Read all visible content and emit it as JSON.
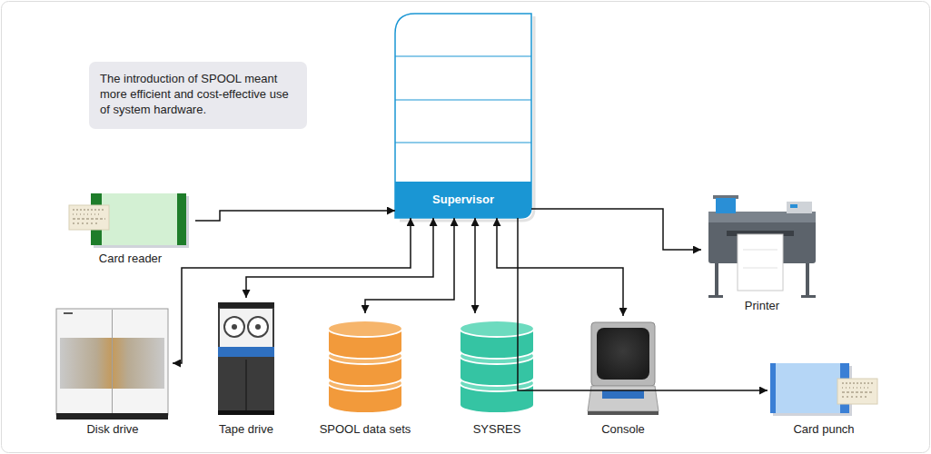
{
  "diagram": {
    "nodes": [
      {
        "text": [
          "The introduction of SPOOL meant more efficient and cost-effective use of system hardware."
        ]
      },
      {
        "text": [
          "Supervisor"
        ]
      },
      {
        "text": [
          "Card reader"
        ]
      },
      {
        "text": [
          "Printer"
        ]
      },
      {
        "text": [
          "Disk drive"
        ]
      },
      {
        "text": [
          "Tape drive"
        ]
      },
      {
        "text": [
          "SPOOL data sets"
        ]
      },
      {
        "text": [
          "SYSRES"
        ]
      },
      {
        "text": [
          "Console"
        ]
      },
      {
        "text": [
          "Card punch"
        ]
      }
    ],
    "edges": [
      {
        "from": 2,
        "to": 1,
        "arrow": "to"
      },
      {
        "from": 1,
        "to": 3,
        "arrow": "to"
      },
      {
        "from": 1,
        "to": 4,
        "arrow": "both"
      },
      {
        "from": 1,
        "to": 5,
        "arrow": "both"
      },
      {
        "from": 1,
        "to": 6,
        "arrow": "both"
      },
      {
        "from": 1,
        "to": 7,
        "arrow": "both"
      },
      {
        "from": 1,
        "to": 8,
        "arrow": "both"
      },
      {
        "from": 1,
        "to": 9,
        "arrow": "to"
      }
    ]
  }
}
